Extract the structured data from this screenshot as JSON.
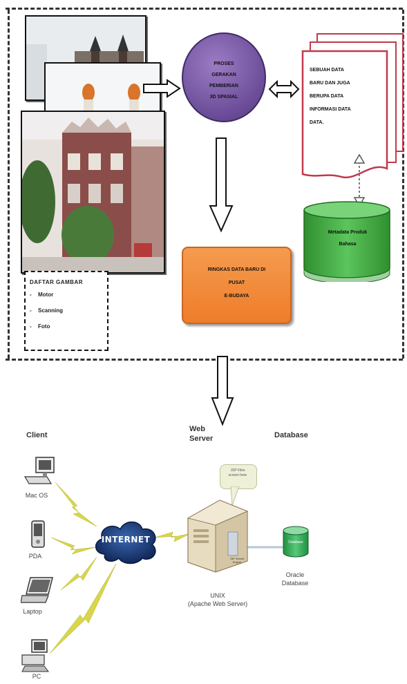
{
  "top": {
    "photo_list": {
      "title": "DAFTAR GAMBAR",
      "items": [
        "Motor",
        "Scanning",
        "Foto"
      ]
    },
    "process_circle": {
      "lines": [
        "PROSES",
        "GERAKAN",
        "PEMBERIAN",
        "3D SPASIAL"
      ]
    },
    "document": {
      "lines": [
        "SEBUAH DATA",
        "BARU DAN JUGA",
        "BERUPA DATA",
        "INFORMASI DATA",
        "DATA."
      ]
    },
    "database": {
      "lines": [
        "Metadata Produk",
        "Bahasa"
      ]
    },
    "output_box": {
      "lines": [
        "RINGKAS DATA BARU DI",
        "PUSAT",
        "E-BUDAYA"
      ]
    }
  },
  "bottom": {
    "headers": {
      "client": "Client",
      "web_server": "Web\nServer",
      "database": "Database"
    },
    "clients": [
      "Mac OS",
      "PDA",
      "Laptop",
      "PC"
    ],
    "internet_label": "INTERNET",
    "jsp_bubble": "JSP Files\nscreen here",
    "server_caption": "UNIX\n(Apache Web Server)",
    "server_box_label": "JSP Servlet\nEngine",
    "db_label": "Database",
    "db_caption": "Oracle\nDatabase"
  },
  "colors": {
    "circle_purple": "#6a4b97",
    "output_orange": "#ee7d2a",
    "doc_red": "#c0394b",
    "db_green": "#3fae3f",
    "cloud_blue": "#1e3f7a",
    "lightning_yellow": "#d8d64a"
  }
}
